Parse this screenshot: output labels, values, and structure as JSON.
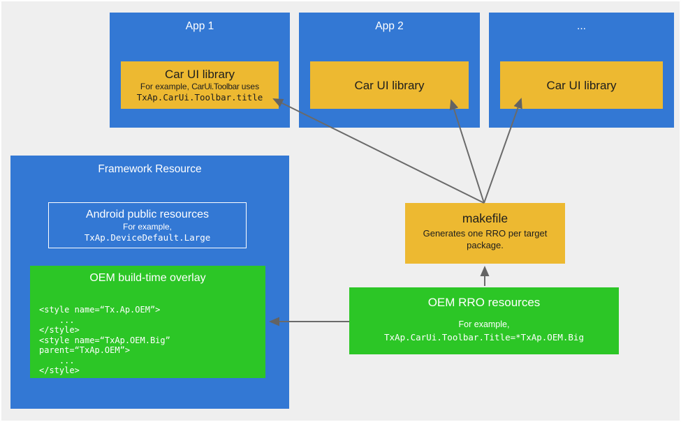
{
  "colors": {
    "background": "#efefef",
    "blue": "#3378d4",
    "yellow": "#edb931",
    "green": "#2cc626",
    "arrow": "#6a6a6a",
    "text_dark": "#1d1d1d",
    "text_light": "#ffffff"
  },
  "apps": [
    {
      "title": "App 1",
      "library": {
        "title": "Car UI library",
        "example_prefix": "For example, ",
        "example_inline_code": "CarUi.Toolbar",
        "example_suffix": " uses",
        "example_code": "TxAp.CarUi.Toolbar.title"
      }
    },
    {
      "title": "App 2",
      "library": {
        "title": "Car UI library"
      }
    },
    {
      "title": "...",
      "library": {
        "title": "Car UI library"
      }
    }
  ],
  "framework": {
    "title": "Framework Resource",
    "android_public": {
      "title": "Android public resources",
      "example_label": "For example,",
      "example_code": "TxAp.DeviceDefault.Large"
    },
    "oem_overlay": {
      "title": "OEM build-time overlay",
      "code": "<style name=“Tx.Ap.OEM”>\n    ...\n</style>\n<style name=“TxAp.OEM.Big”\nparent=“TxAp.OEM”>\n    ...\n</style>"
    }
  },
  "makefile": {
    "title": "makefile",
    "description": "Generates one RRO per target package."
  },
  "oem_rro": {
    "title": "OEM RRO resources",
    "example_label": "For example,",
    "example_code": "TxAp.CarUi.Toolbar.Title=*TxAp.OEM.Big"
  }
}
